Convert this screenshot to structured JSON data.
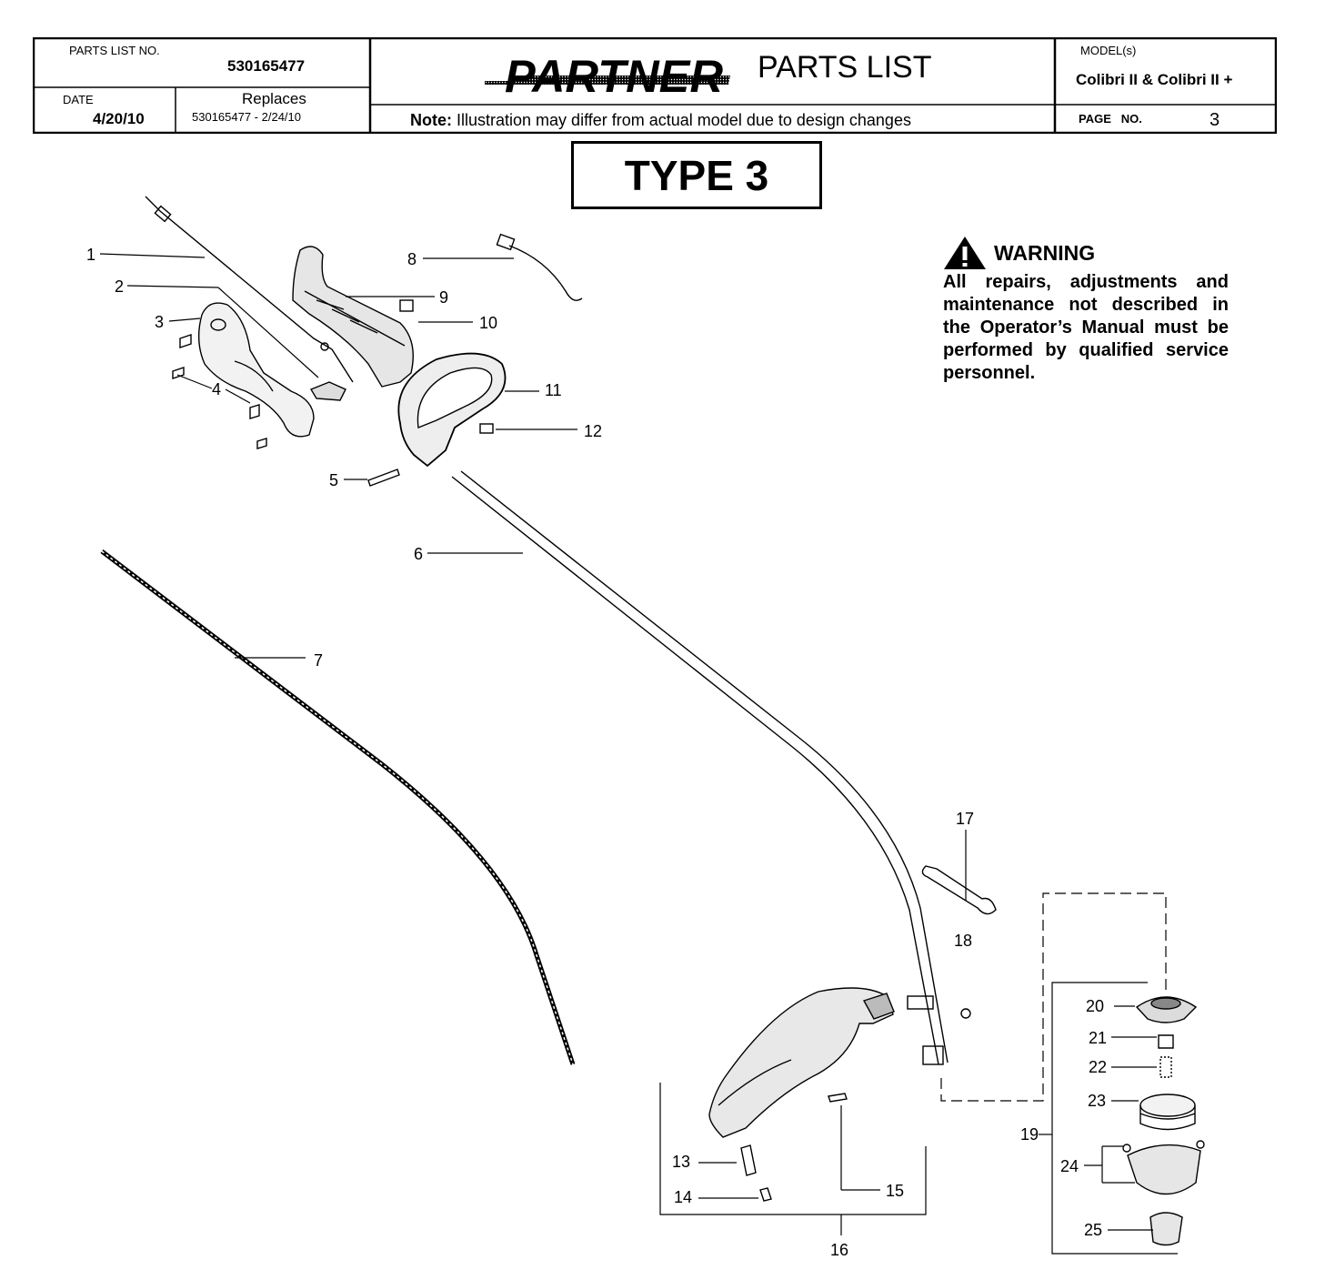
{
  "header": {
    "parts_list_no_label": "PARTS LIST NO.",
    "parts_list_no": "530165477",
    "date_label": "DATE",
    "date": "4/20/10",
    "replaces_label": "Replaces",
    "replaces": "530165477 - 2/24/10",
    "brand": "PARTNER",
    "title": "PARTS LIST",
    "note_bold": "Note:",
    "note": "Illustration may differ from actual model due to design changes",
    "model_label": "MODEL(s)",
    "model": "Colibri II & Colibri II +",
    "page_label": "PAGE   NO.",
    "page": "3"
  },
  "type_label": "TYPE 3",
  "warning": {
    "title": "WARNING",
    "body": "All repairs, adjustments and maintenance not described in the Operator’s Manual must be performed by qualified service personnel."
  },
  "callouts": [
    "1",
    "2",
    "3",
    "4",
    "5",
    "6",
    "7",
    "8",
    "9",
    "10",
    "11",
    "12",
    "13",
    "14",
    "15",
    "16",
    "17",
    "18",
    "19",
    "20",
    "21",
    "22",
    "23",
    "24",
    "25"
  ],
  "colors": {
    "ink": "#000000",
    "paper": "#ffffff",
    "shade": "#9a9a9a"
  }
}
